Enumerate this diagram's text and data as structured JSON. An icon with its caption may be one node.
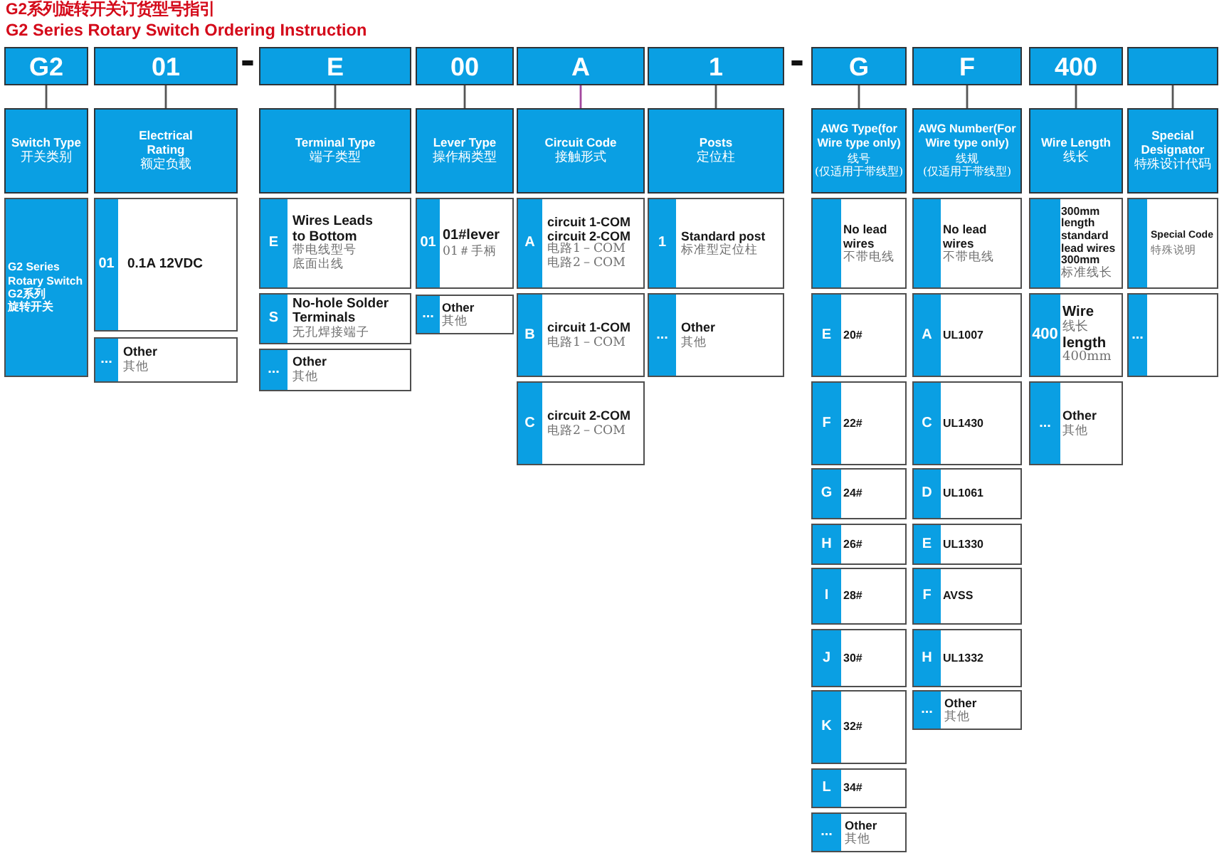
{
  "diagram": {
    "title": "G2系列旋转开关订货型号指引",
    "nodes": [
      {
        "text": [
          "G2"
        ]
      },
      {
        "text": [
          "01"
        ]
      },
      {
        "text": [
          "E"
        ]
      },
      {
        "text": [
          "00"
        ]
      },
      {
        "text": [
          "A"
        ]
      },
      {
        "text": [
          "1"
        ]
      },
      {
        "text": [
          "G"
        ]
      },
      {
        "text": [
          "F"
        ]
      },
      {
        "text": [
          "400"
        ]
      },
      {
        "text": [],
        "shape": "box"
      },
      {
        "text": [
          "Switch Type",
          "开关类别"
        ]
      },
      {
        "text": [
          "Electrical Rating",
          "额定负载"
        ]
      },
      {
        "text": [
          "Terminal Type",
          "端子类型"
        ]
      },
      {
        "text": [
          "Lever Type",
          "操作柄类型"
        ]
      },
      {
        "text": [
          "Circuit Code",
          "接触形式"
        ]
      },
      {
        "text": [
          "Posts",
          "定位柱"
        ]
      },
      {
        "text": [
          "AWG Type(for Wire type only)",
          "线号",
          "(仅适用于带线型)"
        ]
      },
      {
        "text": [
          "AWG Number(For Wire type only)",
          "线规",
          "(仅适用于带线型)"
        ]
      },
      {
        "text": [
          "Wire Length",
          "线长"
        ]
      },
      {
        "text": [
          "Special Designator",
          "特殊设计代码"
        ]
      },
      {
        "text": [
          "G2 Series Rotary Switch",
          "G2系列旋转开关"
        ]
      },
      {
        "text": [
          "01",
          "0.1A 12VDC"
        ]
      },
      {
        "text": [
          "...",
          "Other",
          "其他"
        ]
      },
      {
        "text": [
          "E",
          "Wires Leads to Bottom",
          "带电线型号底面出线"
        ]
      },
      {
        "text": [
          "S",
          "No-hole Solder Terminals",
          "无孔焊接端子"
        ]
      },
      {
        "text": [
          "...",
          "Other",
          "其他"
        ]
      },
      {
        "text": [
          "01",
          "01#lever",
          "01＃手柄"
        ]
      },
      {
        "text": [
          "...",
          "Other",
          "其他"
        ]
      },
      {
        "text": [
          "A",
          "circuit 1-COM",
          "circuit 2-COM",
          "电路1－COM",
          "电路2－COM"
        ]
      },
      {
        "text": [
          "B",
          "circuit 1-COM",
          "电路1－COM"
        ]
      },
      {
        "text": [
          "C",
          "circuit 2-COM",
          "电路2－COM"
        ]
      },
      {
        "text": [
          "1",
          "Standard post",
          "标准型定位柱"
        ]
      },
      {
        "text": [
          "...",
          "Other",
          "其他"
        ]
      },
      {
        "text": [
          "No lead wires",
          "不带电线"
        ]
      },
      {
        "text": [
          "E",
          "20#"
        ]
      },
      {
        "text": [
          "F",
          "22#"
        ]
      },
      {
        "text": [
          "G",
          "24#"
        ]
      },
      {
        "text": [
          "H",
          "26#"
        ]
      },
      {
        "text": [
          "I",
          "28#"
        ]
      },
      {
        "text": [
          "J",
          "30#"
        ]
      },
      {
        "text": [
          "K",
          "32#"
        ]
      },
      {
        "text": [
          "L",
          "34#"
        ]
      },
      {
        "text": [
          "...",
          "Other",
          "其他"
        ]
      },
      {
        "text": [
          "No lead wires",
          "不带电线"
        ]
      },
      {
        "text": [
          "A",
          "UL1007"
        ]
      },
      {
        "text": [
          "C",
          "UL1430"
        ]
      },
      {
        "text": [
          "D",
          "UL1061"
        ]
      },
      {
        "text": [
          "E",
          "UL1330"
        ]
      },
      {
        "text": [
          "F",
          "AVSS"
        ]
      },
      {
        "text": [
          "H",
          "UL1332"
        ]
      },
      {
        "text": [
          "...",
          "Other",
          "其他"
        ]
      },
      {
        "text": [
          "300mm length standard lead wires 300mm",
          "标准线长"
        ]
      },
      {
        "text": [
          "400",
          "Wire",
          "线长",
          "length",
          "400mm"
        ]
      },
      {
        "text": [
          "...",
          "Other",
          "其他"
        ]
      },
      {
        "text": [
          "Special Code",
          "特殊说明"
        ]
      },
      {
        "text": [
          "..."
        ]
      }
    ],
    "edges": [
      {
        "from": 0,
        "to": 10,
        "arrow": "none"
      },
      {
        "from": 1,
        "to": 11,
        "arrow": "none"
      },
      {
        "from": 2,
        "to": 12,
        "arrow": "none"
      },
      {
        "from": 3,
        "to": 13,
        "arrow": "none"
      },
      {
        "from": 4,
        "to": 14,
        "arrow": "none",
        "color": "#a3479e"
      },
      {
        "from": 5,
        "to": 15,
        "arrow": "none"
      },
      {
        "from": 6,
        "to": 16,
        "arrow": "none"
      },
      {
        "from": 7,
        "to": 17,
        "arrow": "none"
      },
      {
        "from": 8,
        "to": 18,
        "arrow": "none"
      },
      {
        "from": 9,
        "to": 19,
        "arrow": "none"
      }
    ],
    "labels": [
      "G2 Series Rotary Switch Ordering Instruction",
      "-",
      "-"
    ]
  }
}
